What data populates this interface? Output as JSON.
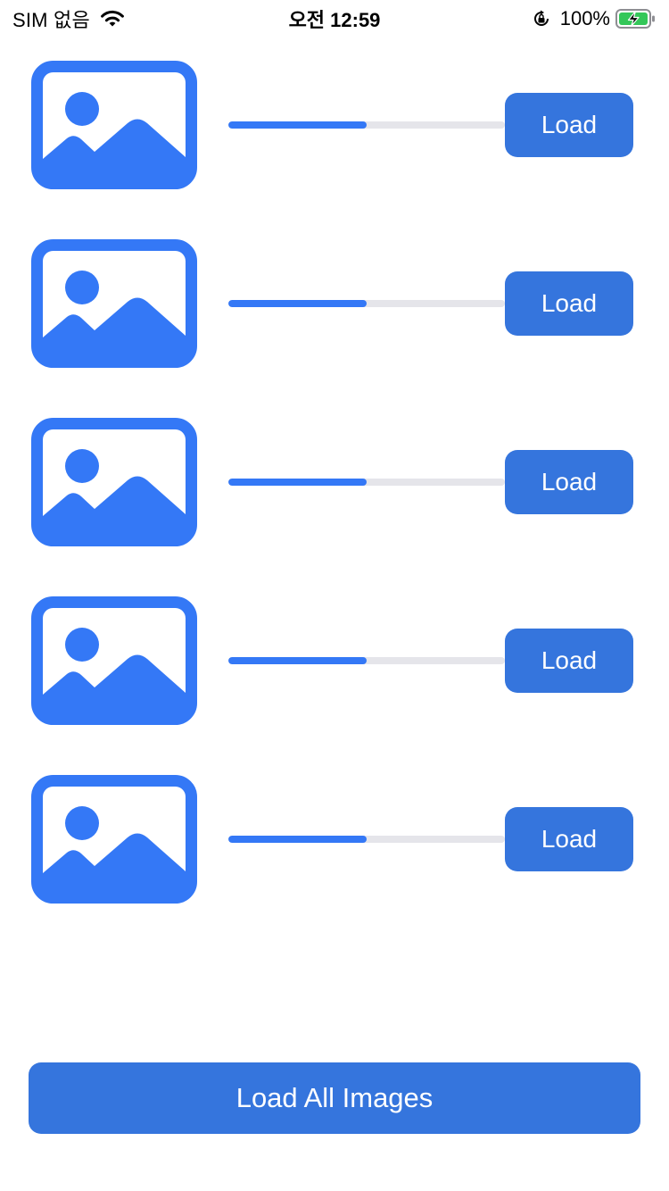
{
  "status_bar": {
    "carrier": "SIM 없음",
    "time": "오전 12:59",
    "battery_percent": "100%",
    "icons": [
      "wifi-icon",
      "orientation-lock-icon",
      "battery-charging-icon"
    ]
  },
  "colors": {
    "accent": "#3478f6",
    "button": "#3575dd",
    "track": "#e5e5ea"
  },
  "rows": [
    {
      "icon": "image-placeholder-icon",
      "progress": 0.5,
      "button_label": "Load"
    },
    {
      "icon": "image-placeholder-icon",
      "progress": 0.5,
      "button_label": "Load"
    },
    {
      "icon": "image-placeholder-icon",
      "progress": 0.5,
      "button_label": "Load"
    },
    {
      "icon": "image-placeholder-icon",
      "progress": 0.5,
      "button_label": "Load"
    },
    {
      "icon": "image-placeholder-icon",
      "progress": 0.5,
      "button_label": "Load"
    }
  ],
  "load_all_label": "Load All Images"
}
